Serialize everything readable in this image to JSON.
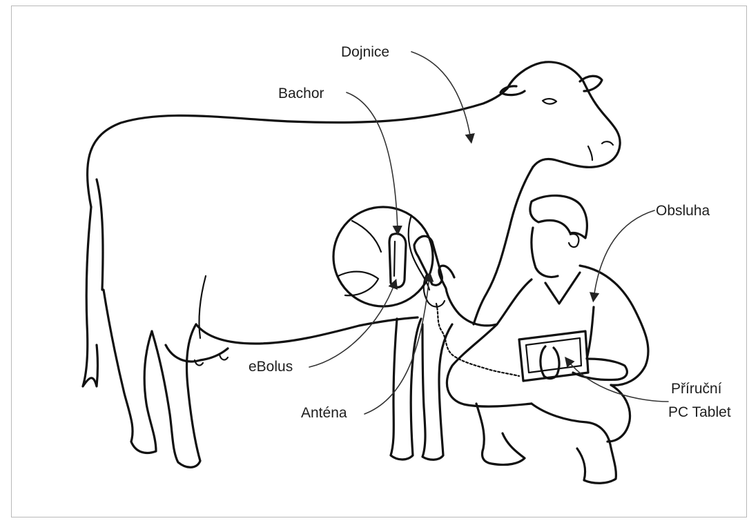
{
  "labels": {
    "dojnice": "Dojnice",
    "bachor": "Bachor",
    "obsluha": "Obsluha",
    "ebolus": "eBolus",
    "antena": "Anténa",
    "tablet_line1": "Příruční",
    "tablet_line2": "PC Tablet"
  },
  "colors": {
    "line": "#111111",
    "text": "#1e1e1e",
    "frame": "#b8b8b8",
    "background": "#ffffff"
  }
}
